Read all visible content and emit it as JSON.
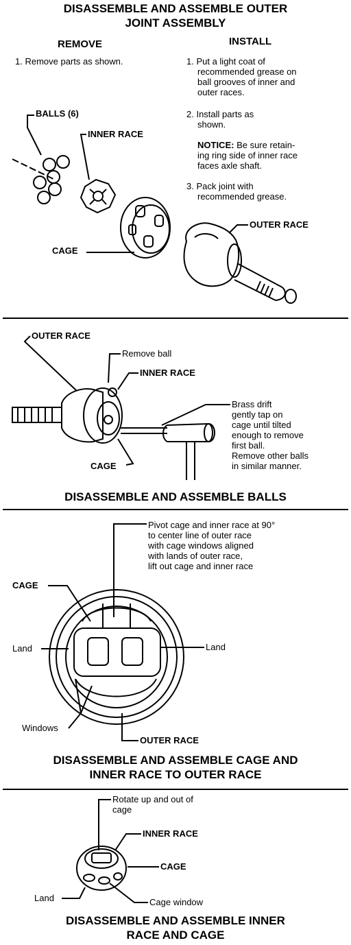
{
  "section1": {
    "title_line1": "DISASSEMBLE AND ASSEMBLE OUTER",
    "title_line2": "JOINT ASSEMBLY",
    "remove_header": "REMOVE",
    "install_header": "INSTALL",
    "remove_step1": "1. Remove parts as shown.",
    "install_step1_l1": "1. Put a light coat of",
    "install_step1_l2": "recommended grease on",
    "install_step1_l3": "ball grooves of inner and",
    "install_step1_l4": "outer races.",
    "install_step2_l1": "2. Install parts as",
    "install_step2_l2": "shown.",
    "notice_label": "NOTICE:",
    "notice_l1": " Be sure retain-",
    "notice_l2": "ing ring side of inner race",
    "notice_l3": "faces axle shaft.",
    "install_step3_l1": "3. Pack joint with",
    "install_step3_l2": "recommended grease.",
    "label_balls": "BALLS (6)",
    "label_inner_race": "INNER RACE",
    "label_cage": "CAGE",
    "label_outer_race": "OUTER RACE"
  },
  "section2": {
    "label_outer_race": "OUTER RACE",
    "label_remove_ball": "Remove ball",
    "label_inner_race": "INNER RACE",
    "label_cage": "CAGE",
    "drift_l1": "Brass drift",
    "drift_l2": "gently tap on",
    "drift_l3": "cage until tilted",
    "drift_l4": "enough to remove",
    "drift_l5": "first ball.",
    "drift_l6": "Remove other balls",
    "drift_l7": "in similar manner.",
    "title": "DISASSEMBLE AND ASSEMBLE BALLS"
  },
  "section3": {
    "pivot_l1": "Pivot cage and inner race at 90°",
    "pivot_l2": "to center line of outer race",
    "pivot_l3": "with cage windows aligned",
    "pivot_l4": "with lands of outer race,",
    "pivot_l5": "lift out cage and inner race",
    "label_cage": "CAGE",
    "label_land_left": "Land",
    "label_land_right": "Land",
    "label_windows": "Windows",
    "label_outer_race": "OUTER RACE",
    "title_line1": "DISASSEMBLE AND ASSEMBLE CAGE AND",
    "title_line2": "INNER RACE TO OUTER RACE"
  },
  "section4": {
    "rotate_l1": "Rotate up and out of",
    "rotate_l2": "cage",
    "label_inner_race": "INNER RACE",
    "label_cage": "CAGE",
    "label_land": "Land",
    "label_cage_window": "Cage window",
    "title_line1": "DISASSEMBLE AND ASSEMBLE INNER",
    "title_line2": "RACE AND CAGE"
  }
}
